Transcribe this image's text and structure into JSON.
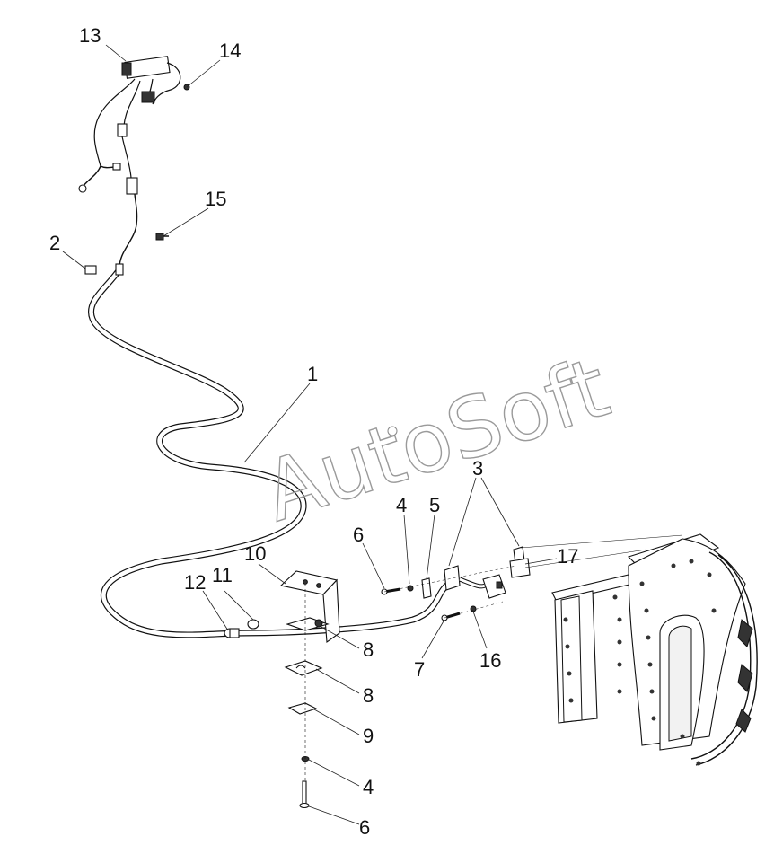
{
  "watermark": "AutoSoft",
  "callouts": [
    "1",
    "2",
    "3",
    "4",
    "5",
    "6",
    "7",
    "8",
    "9",
    "10",
    "11",
    "12",
    "13",
    "14",
    "15",
    "16",
    "17"
  ],
  "labels": {
    "n1": "1",
    "n2": "2",
    "n3": "3",
    "n4a": "4",
    "n4b": "4",
    "n5": "5",
    "n6a": "6",
    "n6b": "6",
    "n7": "7",
    "n8a": "8",
    "n8b": "8",
    "n9": "9",
    "n10": "10",
    "n11": "11",
    "n12": "12",
    "n13": "13",
    "n14": "14",
    "n15": "15",
    "n16": "16",
    "n17": "17"
  }
}
